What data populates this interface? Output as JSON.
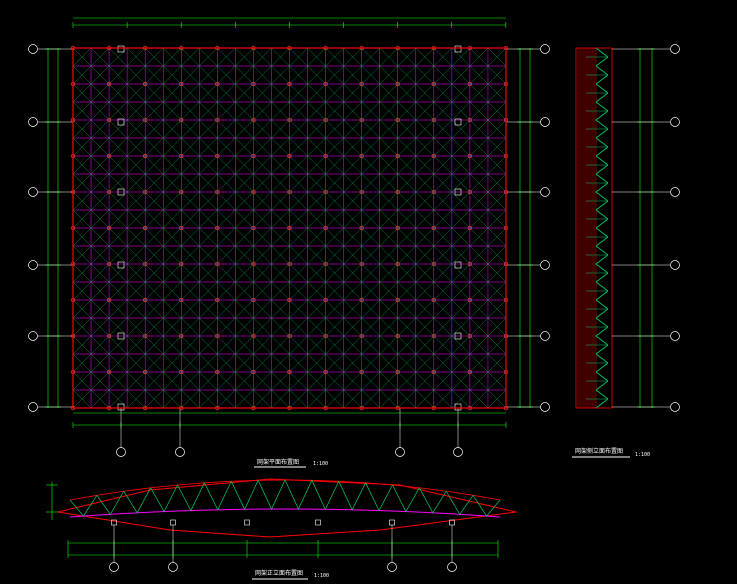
{
  "drawing": {
    "background": "#000000",
    "colors": {
      "outline": "#ff0000",
      "grid": "#ff00ff",
      "diagonal": "#00cc66",
      "dimension": "#00ff00",
      "axis": "#ffffff",
      "node": "#ff4040"
    },
    "plan": {
      "title": "网架平面布置图",
      "scale": "1:100"
    },
    "side_elevation": {
      "title": "网架侧立面布置图",
      "scale": "1:100"
    },
    "front_elevation": {
      "title": "网架正立面布置图",
      "scale": "1:100"
    }
  }
}
